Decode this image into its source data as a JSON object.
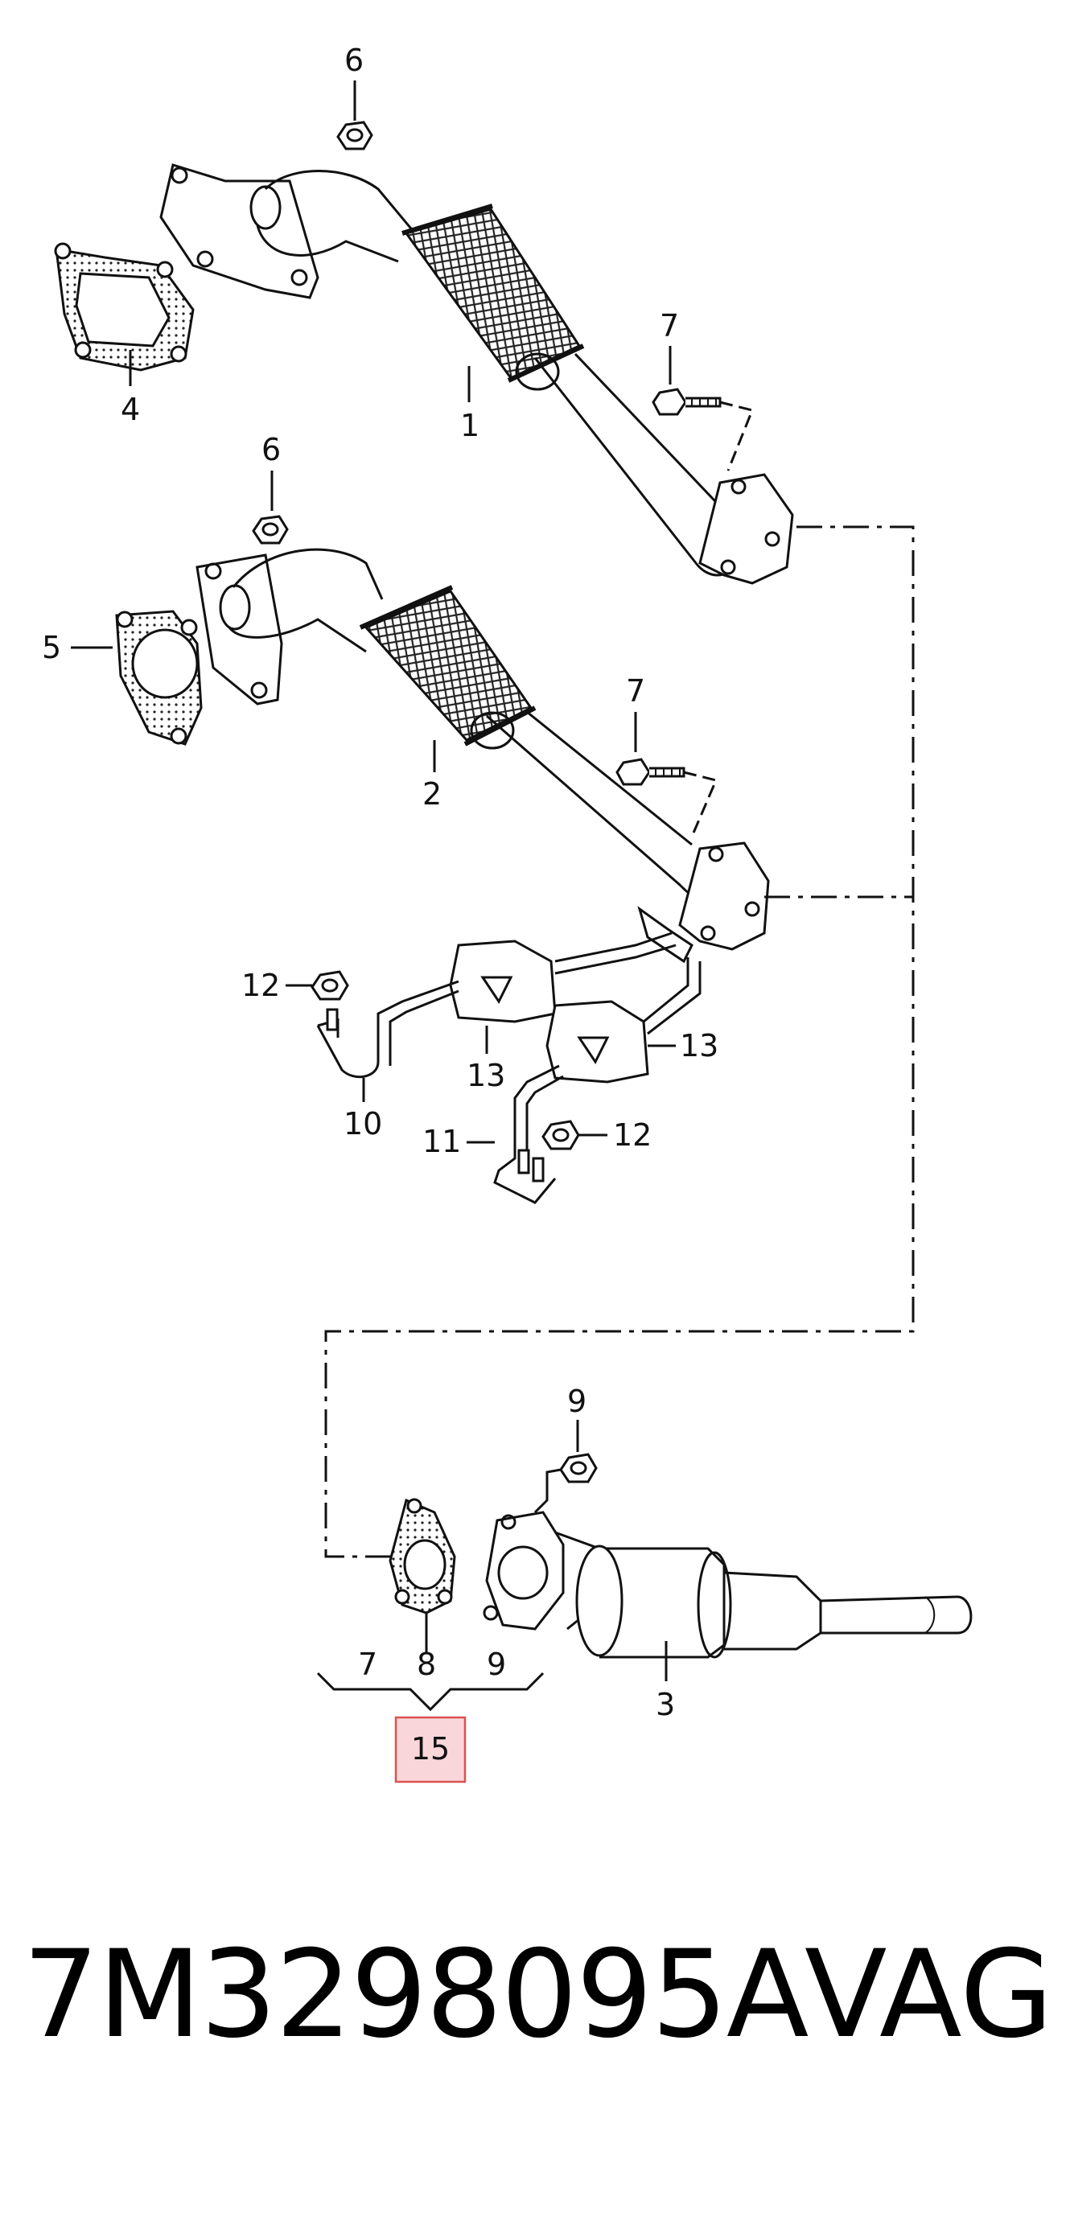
{
  "callouts": {
    "c1": "1",
    "c2": "2",
    "c3": "3",
    "c4": "4",
    "c5": "5",
    "c6a": "6",
    "c6b": "6",
    "c7a": "7",
    "c7b": "7",
    "c7c": "7",
    "c8": "8",
    "c9a": "9",
    "c9b": "9",
    "c10": "10",
    "c11": "11",
    "c12a": "12",
    "c12b": "12",
    "c13a": "13",
    "c13b": "13",
    "c15": "15"
  },
  "footer": {
    "part_number": "7M3298095A",
    "brand": "VAG"
  },
  "colors": {
    "line": "#111111",
    "highlight_fill": "#f9d6da",
    "highlight_stroke": "#d9534f"
  }
}
